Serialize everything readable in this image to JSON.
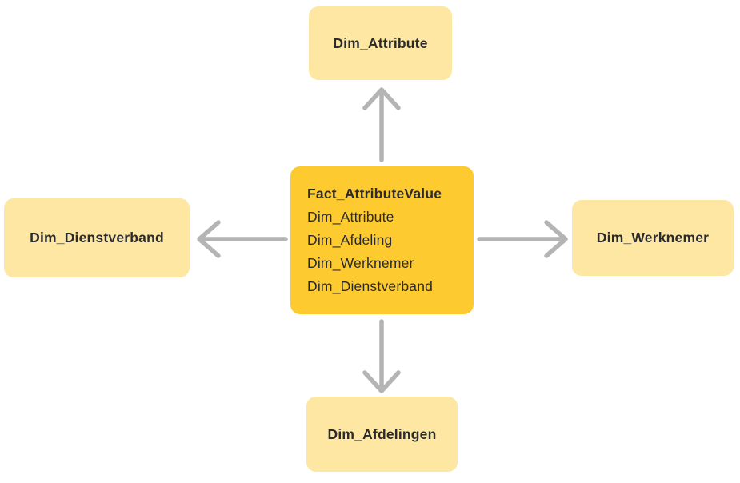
{
  "diagram": {
    "fact_table": {
      "title": "Fact_AttributeValue",
      "fields": [
        "Dim_Attribute",
        "Dim_Afdeling",
        "Dim_Werknemer",
        "Dim_Dienstverband"
      ]
    },
    "dimensions": {
      "top": {
        "label": "Dim_Attribute"
      },
      "right": {
        "label": "Dim_Werknemer"
      },
      "bottom": {
        "label": "Dim_Afdelingen"
      },
      "left": {
        "label": "Dim_Dienstverband"
      }
    },
    "arrows": [
      {
        "from": "fact_table",
        "to": "top",
        "direction": "up"
      },
      {
        "from": "fact_table",
        "to": "right",
        "direction": "right"
      },
      {
        "from": "fact_table",
        "to": "bottom",
        "direction": "down"
      },
      {
        "from": "fact_table",
        "to": "left",
        "direction": "left"
      }
    ],
    "colors": {
      "fact_fill": "#FDCA2F",
      "dimension_fill": "#FDE7A3",
      "arrow": "#B4B4B4",
      "text": "#2B2B2B",
      "background": "#FFFFFF"
    }
  }
}
